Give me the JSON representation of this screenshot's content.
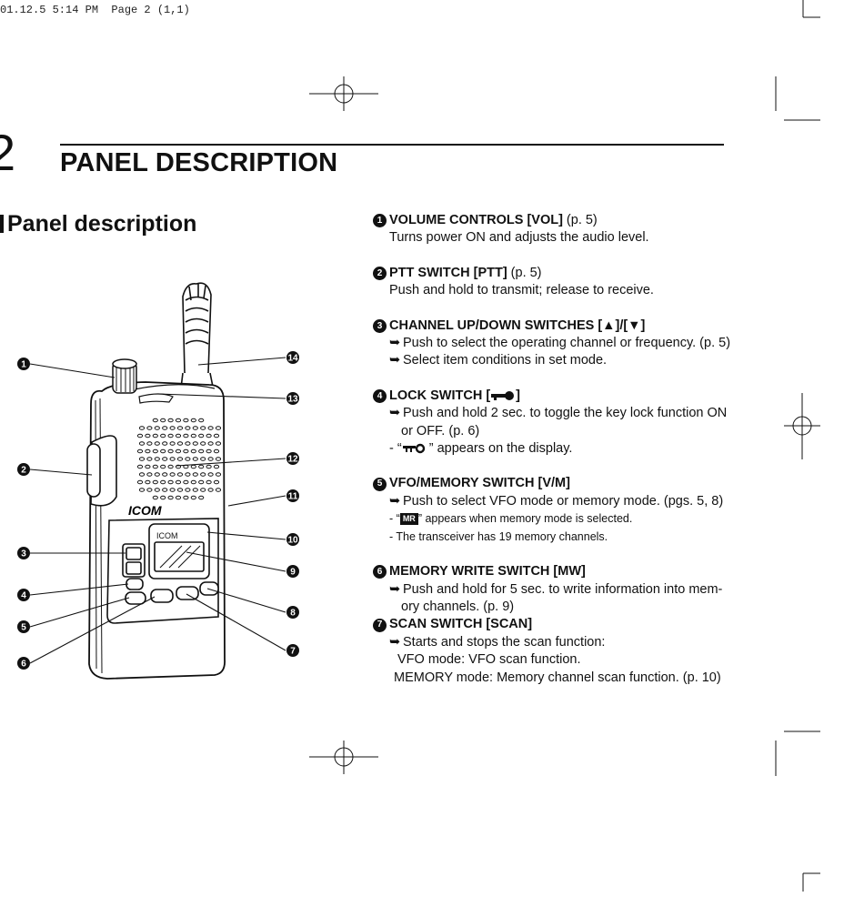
{
  "header": {
    "stamp": "01.12.5 5:14 PM  Page 2 (1,1)"
  },
  "chapter": {
    "number": "2",
    "title": "PANEL DESCRIPTION"
  },
  "section": {
    "title": "Panel description"
  },
  "callouts": [
    "1",
    "2",
    "3",
    "4",
    "5",
    "6",
    "7",
    "8",
    "9",
    "10",
    "11",
    "12",
    "13",
    "14"
  ],
  "device": {
    "brand": "ICOM",
    "display_brand": "ICOM"
  },
  "items": [
    {
      "num": "1",
      "title": "VOLUME CONTROLS [VOL]",
      "ref": "(p. 5)",
      "line": "Turns power ON and adjusts the audio level."
    },
    {
      "num": "2",
      "title": "PTT SWITCH [PTT]",
      "ref": "(p. 5)",
      "line": "Push and hold to transmit; release to receive."
    },
    {
      "num": "3",
      "title": "CHANNEL UP/DOWN SWITCHES [▲]/[▼]",
      "bullets": [
        "Push to select the operating channel or frequency. (p. 5)",
        "Select item conditions in set mode."
      ]
    },
    {
      "num": "4",
      "title_prefix": "LOCK SWITCH [",
      "title_suffix": "]",
      "bullet1": "Push and hold 2 sec. to toggle the key lock function ON",
      "bullet1_cont": "or OFF. (p. 6)",
      "note_prefix": "- “",
      "note_suffix": " ” appears on the display."
    },
    {
      "num": "5",
      "title": "VFO/MEMORY SWITCH [V/M]",
      "bullet": "Push to select VFO mode or memory mode. (pgs. 5, 8)",
      "note1_prefix": "- “",
      "mr": "MR",
      "note1_suffix": "” appears when memory mode is selected.",
      "note2": "- The transceiver has 19 memory channels."
    },
    {
      "num": "6",
      "title": "MEMORY WRITE SWITCH [MW]",
      "bullet": "Push and hold for 5 sec. to write information into mem-",
      "bullet_cont": "ory channels. (p. 9)"
    },
    {
      "num": "7",
      "title": "SCAN SWITCH [SCAN]",
      "bullet": "Starts and stops the scan function:",
      "line1": "VFO mode: VFO scan function.",
      "line2": "MEMORY mode: Memory channel scan function. (p. 10)"
    }
  ],
  "arrow_glyph": "➥"
}
